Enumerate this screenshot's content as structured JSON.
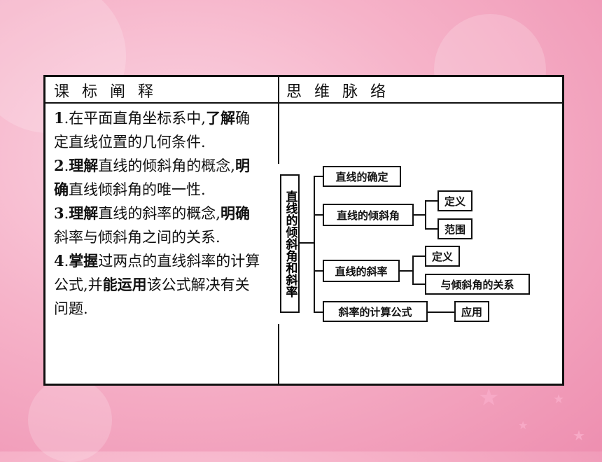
{
  "table": {
    "header_left": "课标阐释",
    "header_right": "思维脉络"
  },
  "goals": [
    {
      "num": "1",
      "parts": [
        ".在平面直角坐标系中,",
        "了解",
        "确定直线位置的几何条件."
      ]
    },
    {
      "num": "2",
      "parts": [
        ".",
        "理解",
        "直线的倾斜角的概念,",
        "明确",
        "直线倾斜角的唯一性."
      ]
    },
    {
      "num": "3",
      "parts": [
        ".",
        "理解",
        "直线的斜率的概念,",
        "明确",
        "斜率与倾斜角之间的关系."
      ]
    },
    {
      "num": "4",
      "parts": [
        ".",
        "掌握",
        "过两点的直线斜率的计算公式,并",
        "能运用",
        "该公式解决有关问题."
      ]
    }
  ],
  "mindmap": {
    "root": "直线的倾斜角和斜率",
    "n1": "直线的确定",
    "n2": "直线的倾斜角",
    "n2a": "定义",
    "n2b": "范围",
    "n3": "直线的斜率",
    "n3a": "定义",
    "n3b": "与倾斜角的关系",
    "n4": "斜率的计算公式",
    "n4a": "应用"
  }
}
